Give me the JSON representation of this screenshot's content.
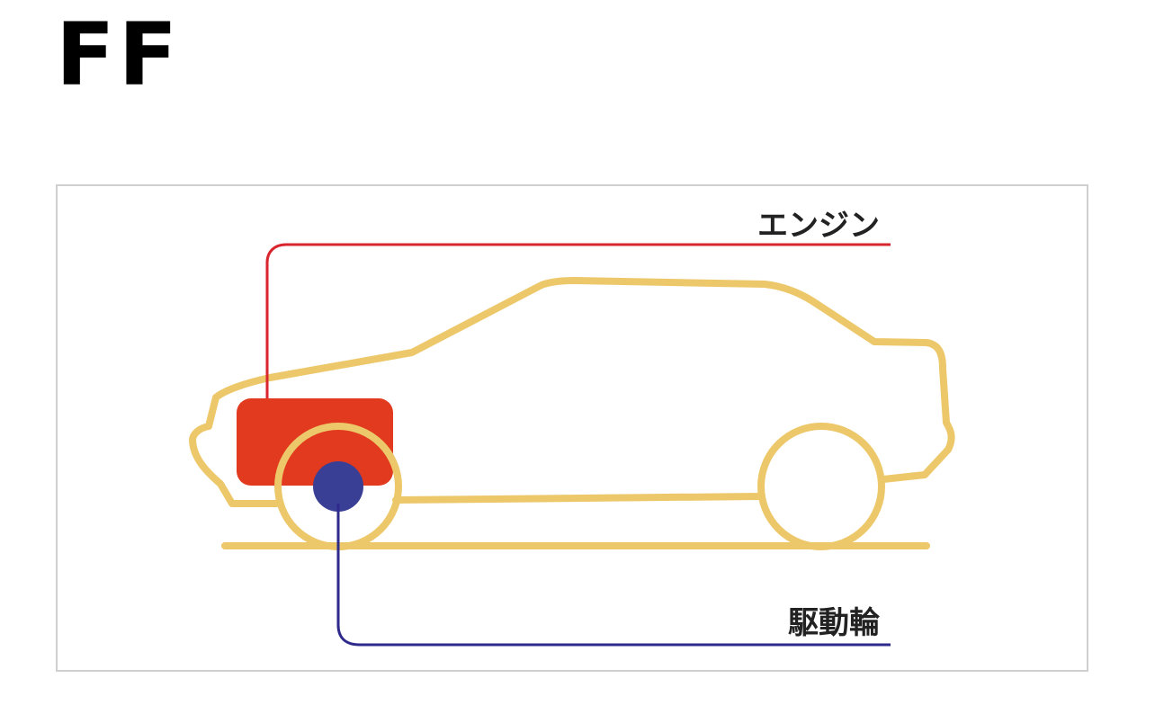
{
  "title": "FF",
  "labels": {
    "engine": "エンジン",
    "drive_wheel": "駆動輪"
  },
  "colors": {
    "car_outline": "#EDC86B",
    "engine": "#E23A1E",
    "engine_leader": "#D9262E",
    "drive_wheel": "#3A3F96",
    "drive_leader": "#2E2A8C",
    "frame_border": "#CFCFCF"
  }
}
